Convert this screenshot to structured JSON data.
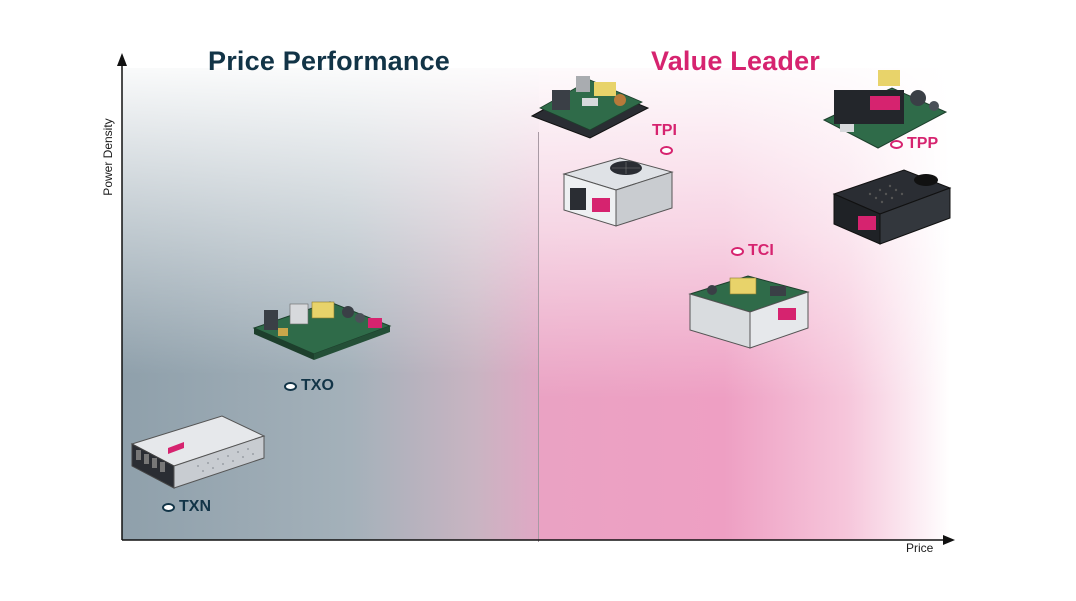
{
  "axes": {
    "y_label": "Power Density",
    "x_label": "Price"
  },
  "quadrants": {
    "left": {
      "title": "Price Performance",
      "color": "#123447"
    },
    "right": {
      "title": "Value Leader",
      "color": "#d6236f"
    }
  },
  "products": [
    {
      "id": "txn",
      "label": "TXN",
      "quadrant": "left"
    },
    {
      "id": "txo",
      "label": "TXO",
      "quadrant": "left"
    },
    {
      "id": "tpi",
      "label": "TPI",
      "quadrant": "right"
    },
    {
      "id": "tci",
      "label": "TCI",
      "quadrant": "right"
    },
    {
      "id": "tpp",
      "label": "TPP",
      "quadrant": "right"
    }
  ],
  "colors": {
    "dark_navy": "#123447",
    "magenta": "#d6236f",
    "pcb_green": "#2f6b49",
    "steel": "#c9ccd0"
  },
  "icons": [
    "open-frame-psu-icon",
    "enclosed-psu-icon",
    "fan-enclosed-psu-icon"
  ]
}
